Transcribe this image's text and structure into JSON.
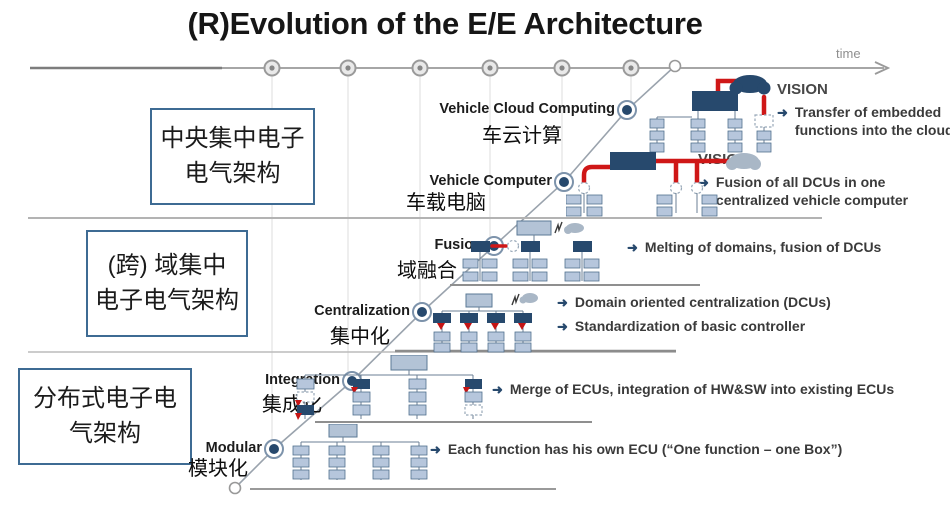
{
  "title": "(R)Evolution of the E/E Architecture",
  "timeline": {
    "axis_label": "time"
  },
  "icons": {
    "bullet_arrow": "➜"
  },
  "era_boxes": [
    {
      "lines": [
        "中央集中电子",
        "电气架构"
      ]
    },
    {
      "lines": [
        "(跨) 域集中",
        "电子电气架构"
      ]
    },
    {
      "lines": [
        "分布式电子电",
        "气架构"
      ]
    }
  ],
  "stages": [
    {
      "id": "vehicle-cloud-computing",
      "name": "Vehicle Cloud Computing",
      "name_cn": "车云计算",
      "heading": "VISION",
      "points": [
        "Transfer of embedded functions into the cloud"
      ]
    },
    {
      "id": "vehicle-computer",
      "name": "Vehicle Computer",
      "name_cn": "车载电脑",
      "heading": "VISION",
      "points": [
        "Fusion of all DCUs in one centralized vehicle computer"
      ]
    },
    {
      "id": "fusion",
      "name": "Fusion",
      "name_cn": "域融合",
      "points": [
        "Melting of domains, fusion of DCUs"
      ]
    },
    {
      "id": "centralization",
      "name": "Centralization",
      "name_cn": "集中化",
      "points": [
        "Domain oriented centralization (DCUs)",
        "Standardization of basic controller"
      ]
    },
    {
      "id": "integration",
      "name": "Integration",
      "name_cn": "集成化",
      "points": [
        "Merge of ECUs, integration of HW&SW into existing ECUs"
      ]
    },
    {
      "id": "modular",
      "name": "Modular",
      "name_cn": "模块化",
      "points": [
        "Each function has his own ECU (“One function – one Box”)"
      ]
    }
  ],
  "colors": {
    "accent_red": "#cf1717",
    "navy": "#27496d",
    "ecu_blue": "#b6c6dc",
    "era_box_border": "#3e6b93",
    "line_gray": "#9aa3ad"
  }
}
